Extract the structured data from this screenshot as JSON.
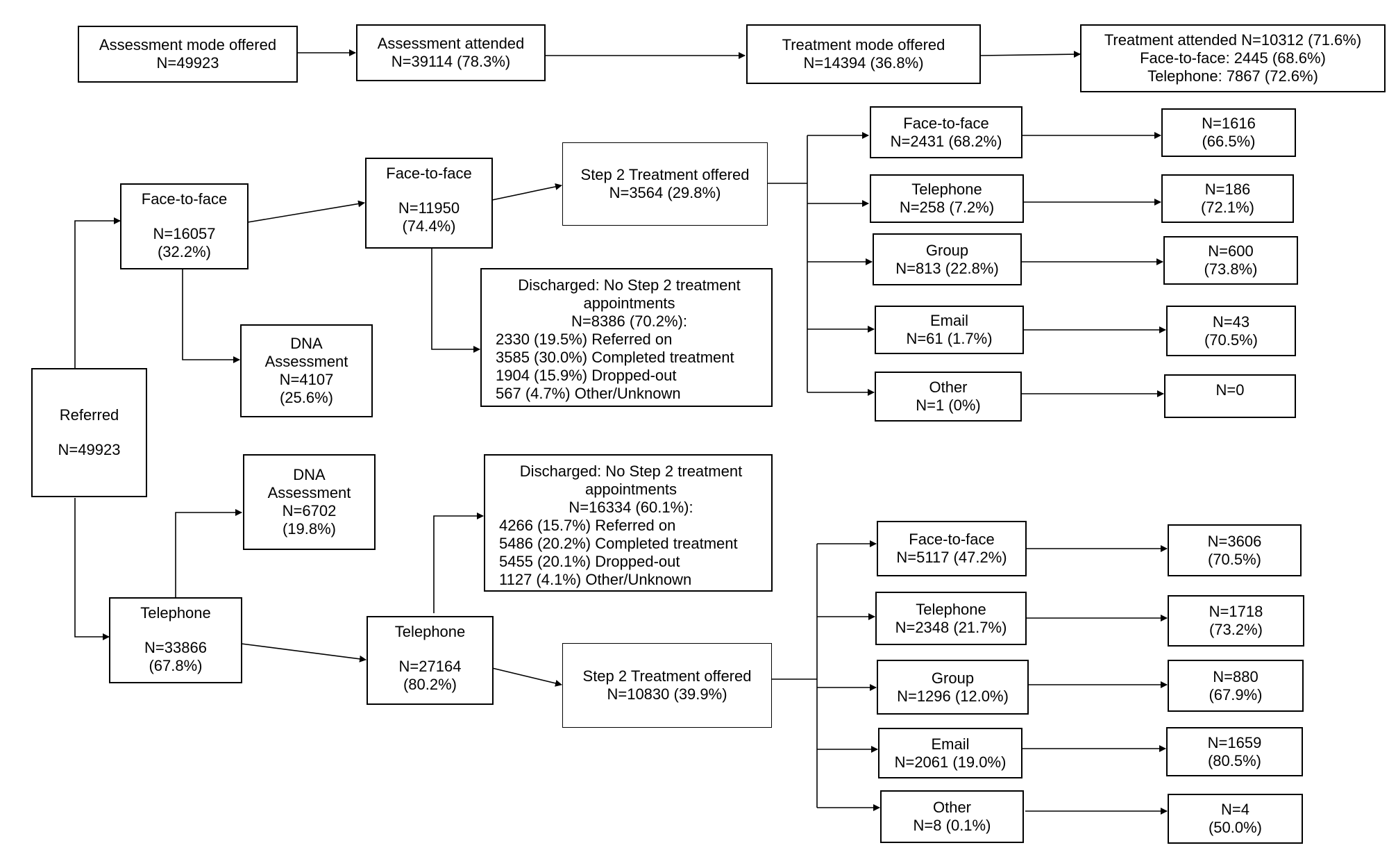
{
  "top_flow": {
    "assessment_offered": [
      "Assessment mode offered",
      "N=49923"
    ],
    "assessment_attended": [
      "Assessment attended",
      "N=39114 (78.3%)"
    ],
    "treatment_offered": [
      "Treatment mode offered",
      "N=14394 (36.8%)"
    ],
    "treatment_attended": [
      "Treatment attended N=10312 (71.6%)",
      "Face-to-face: 2445 (68.6%)",
      "Telephone: 7867 (72.6%)"
    ]
  },
  "referred": {
    "label": "Referred",
    "n": "N=49923"
  },
  "face_to_face_branch": {
    "offered": {
      "label": "Face-to-face",
      "n": "N=16057",
      "pct": "(32.2%)"
    },
    "dna": [
      "DNA",
      "Assessment",
      "N=4107",
      "(25.6%)"
    ],
    "attended": {
      "label": "Face-to-face",
      "n": "N=11950",
      "pct": "(74.4%)"
    },
    "step2": [
      "Step 2 Treatment offered",
      "N=3564 (29.8%)"
    ],
    "discharged": {
      "title": [
        "Discharged: No Step 2 treatment",
        "appointments",
        "N=8386 (70.2%):"
      ],
      "items": [
        "2330 (19.5%) Referred on",
        "3585 (30.0%) Completed treatment",
        "1904 (15.9%) Dropped-out",
        "567 (4.7%) Other/Unknown"
      ]
    },
    "modes": [
      {
        "label": "Face-to-face",
        "n": "N=2431 (68.2%)"
      },
      {
        "label": "Telephone",
        "n": "N=258 (7.2%)"
      },
      {
        "label": "Group",
        "n": "N=813 (22.8%)"
      },
      {
        "label": "Email",
        "n": "N=61 (1.7%)"
      },
      {
        "label": "Other",
        "n": "N=1 (0%)"
      }
    ],
    "outcomes": [
      {
        "n": "N=1616",
        "pct": "(66.5%)"
      },
      {
        "n": "N=186",
        "pct": "(72.1%)"
      },
      {
        "n": "N=600",
        "pct": "(73.8%)"
      },
      {
        "n": "N=43",
        "pct": "(70.5%)"
      },
      {
        "n": "N=0",
        "pct": ""
      }
    ]
  },
  "telephone_branch": {
    "offered": {
      "label": "Telephone",
      "n": "N=33866",
      "pct": "(67.8%)"
    },
    "dna": [
      "DNA",
      "Assessment",
      "N=6702",
      "(19.8%)"
    ],
    "attended": {
      "label": "Telephone",
      "n": "N=27164",
      "pct": "(80.2%)"
    },
    "step2": [
      "Step 2 Treatment offered",
      "N=10830 (39.9%)"
    ],
    "discharged": {
      "title": [
        "Discharged: No Step 2 treatment",
        "appointments",
        "N=16334 (60.1%):"
      ],
      "items": [
        "4266 (15.7%) Referred on",
        "5486 (20.2%) Completed treatment",
        "5455 (20.1%) Dropped-out",
        "1127 (4.1%) Other/Unknown"
      ]
    },
    "modes": [
      {
        "label": "Face-to-face",
        "n": "N=5117 (47.2%)"
      },
      {
        "label": "Telephone",
        "n": "N=2348 (21.7%)"
      },
      {
        "label": "Group",
        "n": "N=1296 (12.0%)"
      },
      {
        "label": "Email",
        "n": "N=2061 (19.0%)"
      },
      {
        "label": "Other",
        "n": "N=8 (0.1%)"
      }
    ],
    "outcomes": [
      {
        "n": "N=3606",
        "pct": "(70.5%)"
      },
      {
        "n": "N=1718",
        "pct": "(73.2%)"
      },
      {
        "n": "N=880",
        "pct": "(67.9%)"
      },
      {
        "n": "N=1659",
        "pct": "(80.5%)"
      },
      {
        "n": "N=4",
        "pct": "(50.0%)"
      }
    ]
  }
}
